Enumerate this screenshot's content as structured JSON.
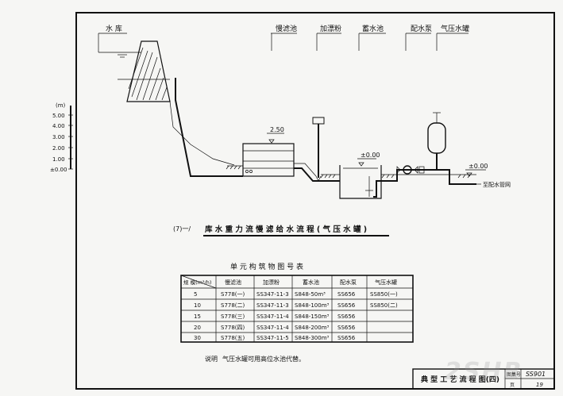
{
  "labels": {
    "source": "水 库",
    "filter": "慢滤池",
    "dosing": "加漂粉",
    "storage": "蓄水池",
    "pump": "配水泵",
    "pressure_tank": "气压水罐",
    "elev_filter": "2.50",
    "elev_storage": "±0.00",
    "elev_out": "±0.00",
    "to_network": "至配水管网"
  },
  "scale": {
    "unit": "(m)",
    "ticks": [
      "5.00",
      "4.00",
      "3.00",
      "2.00",
      "1.00",
      "±0.00"
    ]
  },
  "title": {
    "number": "(7)一/",
    "text": "库 水 重 力 流 慢 滤 给 水 流 程 ( 气 压 水 罐 )"
  },
  "table": {
    "title": "单 元 构 筑 物 图 号 表",
    "headers": [
      "规 模(m³/h)",
      "慢滤池",
      "加漂粉",
      "蓄水池",
      "配水泵",
      "气压水罐"
    ],
    "rows": [
      [
        "5",
        "S778(一)",
        "SS347-11-3",
        "S848-50m³",
        "SS656",
        "SS850(一)"
      ],
      [
        "10",
        "S778(二)",
        "SS347-11-3",
        "S848-100m³",
        "SS656",
        "SS850(二)"
      ],
      [
        "15",
        "S778(三)",
        "SS347-11-4",
        "S848-150m³",
        "SS656",
        ""
      ],
      [
        "20",
        "S778(四)",
        "SS347-11-4",
        "S848-200m³",
        "SS656",
        ""
      ],
      [
        "30",
        "S778(五)",
        "SS347-11-5",
        "S848-300m³",
        "SS656",
        ""
      ]
    ]
  },
  "note": {
    "label": "说明",
    "text": "气压水罐可用高位水池代替。"
  },
  "titleblock": {
    "name": "典 型 工 艺 流 程 图(四)",
    "code_label": "图集号",
    "code": "SS901",
    "page_label": "页",
    "page": "19"
  },
  "watermark": "2SHB"
}
